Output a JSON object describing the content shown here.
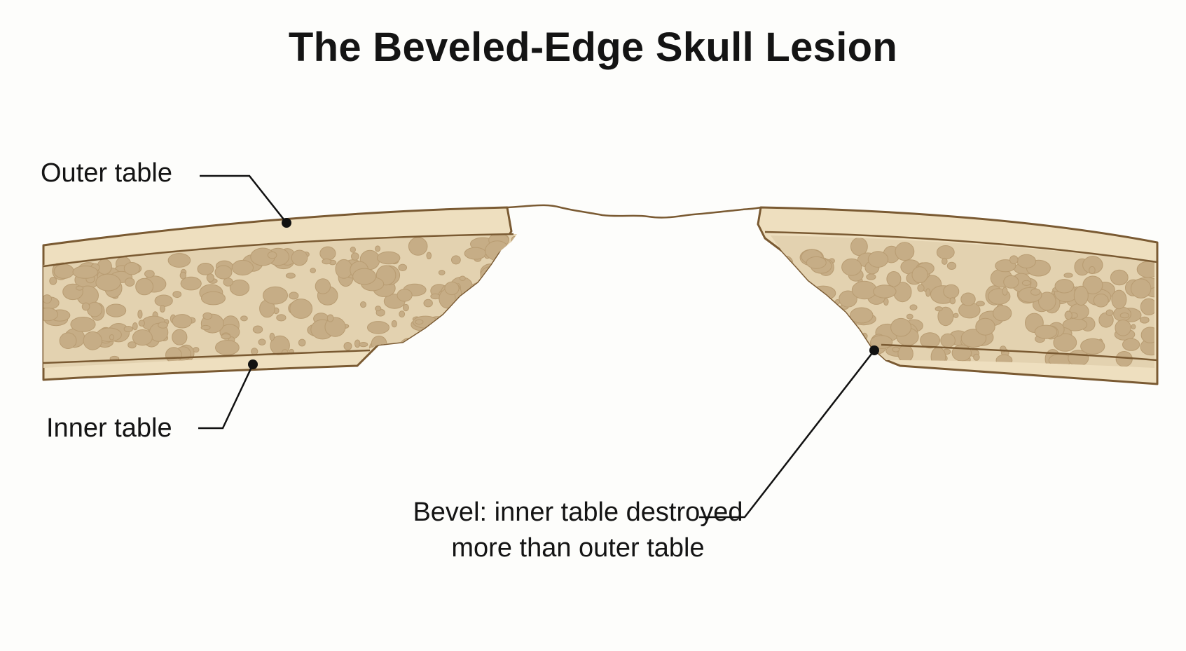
{
  "title": "The Beveled-Edge Skull Lesion",
  "labels": {
    "outer_table": "Outer table",
    "inner_table": "Inner table",
    "bevel": "Bevel: inner table destroyed more than outer table"
  },
  "colors": {
    "bone": "#eedfbf",
    "bone_outline": "#7a5a32",
    "diploe_background": "#e3d2b0",
    "diploe_cell": "#c6ad86",
    "leader_line": "#111111",
    "background": "#fdfdfb"
  }
}
